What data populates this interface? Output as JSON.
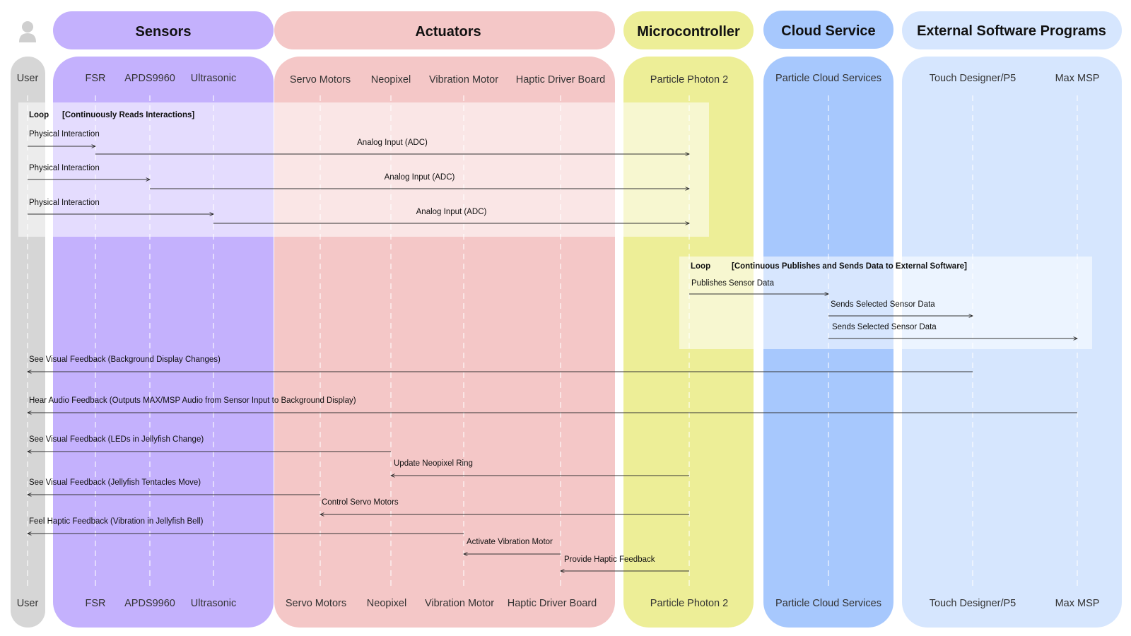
{
  "groups": [
    {
      "label": "Sensors",
      "color": "#c4b1fd"
    },
    {
      "label": "Actuators",
      "color": "#f4c7c7"
    },
    {
      "label": "Microcontroller",
      "color": "#edee97"
    },
    {
      "label": "Cloud Service",
      "color": "#a7c8fd"
    },
    {
      "label": "External Software Programs",
      "color": "#d6e6fe"
    }
  ],
  "participants": [
    {
      "id": "user",
      "label": "User"
    },
    {
      "id": "fsr",
      "label": "FSR"
    },
    {
      "id": "apds",
      "label": "APDS9960"
    },
    {
      "id": "ultra",
      "label": "Ultrasonic"
    },
    {
      "id": "servo",
      "label": "Servo Motors"
    },
    {
      "id": "neo",
      "label": "Neopixel"
    },
    {
      "id": "vib",
      "label": "Vibration Motor"
    },
    {
      "id": "haptic",
      "label": "Haptic Driver Board"
    },
    {
      "id": "photon",
      "label": "Particle Photon 2"
    },
    {
      "id": "cloud",
      "label": "Particle Cloud Services"
    },
    {
      "id": "td",
      "label": "Touch Designer/P5"
    },
    {
      "id": "max",
      "label": "Max MSP"
    }
  ],
  "loops": [
    {
      "keyword": "Loop",
      "condition": "[Continuously Reads Interactions]"
    },
    {
      "keyword": "Loop",
      "condition": "[Continuous Publishes and Sends Data to External Software]"
    }
  ],
  "messages": [
    {
      "from": "user",
      "to": "fsr",
      "label": "Physical Interaction"
    },
    {
      "from": "fsr",
      "to": "photon",
      "label": "Analog Input (ADC)"
    },
    {
      "from": "user",
      "to": "apds",
      "label": "Physical Interaction"
    },
    {
      "from": "apds",
      "to": "photon",
      "label": "Analog Input (ADC)"
    },
    {
      "from": "user",
      "to": "ultra",
      "label": "Physical Interaction"
    },
    {
      "from": "ultra",
      "to": "photon",
      "label": "Analog Input (ADC)"
    },
    {
      "from": "photon",
      "to": "cloud",
      "label": "Publishes Sensor Data"
    },
    {
      "from": "cloud",
      "to": "td",
      "label": "Sends Selected Sensor Data"
    },
    {
      "from": "cloud",
      "to": "max",
      "label": "Sends Selected Sensor Data"
    },
    {
      "from": "td",
      "to": "user",
      "label": "See Visual Feedback (Background Display Changes)"
    },
    {
      "from": "max",
      "to": "user",
      "label": "Hear Audio Feedback (Outputs MAX/MSP Audio from Sensor Input to Background Display)"
    },
    {
      "from": "neo",
      "to": "user",
      "label": "See Visual Feedback (LEDs in Jellyfish Change)"
    },
    {
      "from": "photon",
      "to": "neo",
      "label": "Update Neopixel Ring"
    },
    {
      "from": "servo",
      "to": "user",
      "label": "See Visual Feedback (Jellyfish Tentacles Move)"
    },
    {
      "from": "photon",
      "to": "servo",
      "label": "Control Servo Motors"
    },
    {
      "from": "vib",
      "to": "user",
      "label": "Feel Haptic Feedback (Vibration in Jellyfish Bell)"
    },
    {
      "from": "haptic",
      "to": "vib",
      "label": "Activate Vibration Motor"
    },
    {
      "from": "photon",
      "to": "haptic",
      "label": "Provide Haptic Feedback"
    }
  ]
}
